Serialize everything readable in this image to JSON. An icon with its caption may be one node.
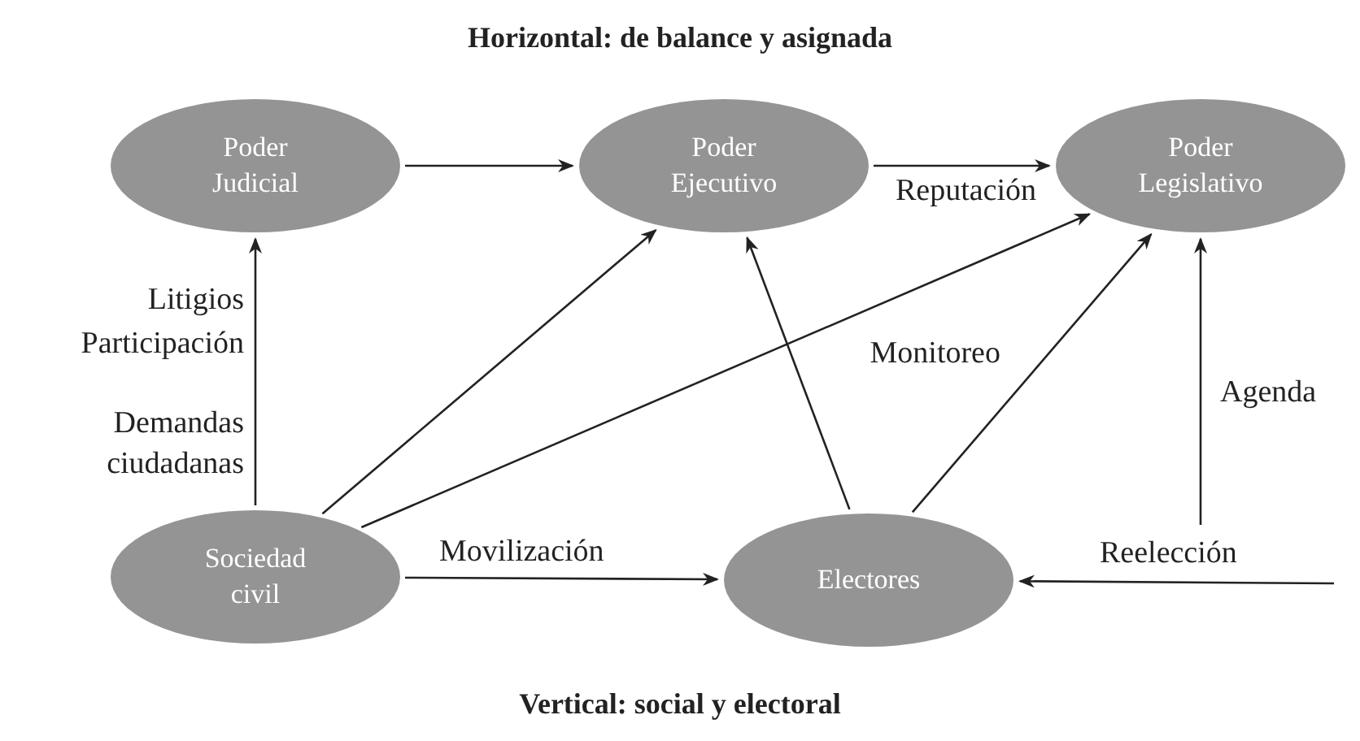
{
  "diagram": {
    "title": "Horizontal: de balance y asignada",
    "caption": "Vertical: social y electoral",
    "nodes": [
      {
        "text": [
          "Poder Judicial"
        ]
      },
      {
        "text": [
          "Poder Ejecutivo"
        ]
      },
      {
        "text": [
          "Poder Legislativo"
        ]
      },
      {
        "text": [
          "Sociedad civil"
        ]
      },
      {
        "text": [
          "Electores"
        ]
      }
    ],
    "edges": [
      {
        "from": 0,
        "to": 1,
        "arrow": "to"
      },
      {
        "from": 1,
        "to": 2,
        "arrow": "to"
      },
      {
        "from": 3,
        "to": 0,
        "arrow": "to"
      },
      {
        "from": 3,
        "to": 1,
        "arrow": "to"
      },
      {
        "from": 3,
        "to": 2,
        "arrow": "to"
      },
      {
        "from": 3,
        "to": 4,
        "arrow": "to",
        "label": "Movilización"
      },
      {
        "from": 4,
        "to": 1,
        "arrow": "to"
      },
      {
        "from": 4,
        "to": 2,
        "arrow": "to"
      },
      {
        "from": null,
        "to": 4,
        "arrow": "to",
        "label": "Reelección"
      },
      {
        "from": null,
        "to": 2,
        "arrow": "to",
        "label": "Agenda"
      }
    ],
    "labels": [
      "Reputación",
      "Litigios",
      "Participación",
      "Demandas ciudadanas",
      "Monitoreo"
    ]
  }
}
